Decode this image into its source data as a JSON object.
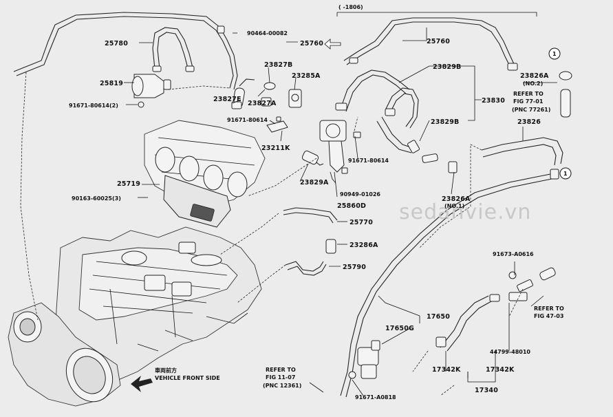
{
  "labels": {
    "l25780": "25780",
    "l25819": "25819",
    "l91671_80614_2": "91671-80614(2)",
    "l90464": "90464-00082",
    "l25760_a": "25760",
    "l25760_b": "25760",
    "l1806": "(  -1806)",
    "l23827B": "23827B",
    "l23285A": "23285A",
    "l23827E": "23827E",
    "l23827A": "23827A",
    "l91671_80614_a": "91671-80614",
    "l23211K": "23211K",
    "l23829B_a": "23829B",
    "l23830": "23830",
    "l23829B_b": "23829B",
    "l23829A": "23829A",
    "l91671_80614_b": "91671-80614",
    "l90949": "90949-01026",
    "l25860D": "25860D",
    "l25719": "25719",
    "l90163": "90163-60025(3)",
    "l25770": "25770",
    "l23286A": "23286A",
    "l25790": "25790",
    "l23826A_a": "23826A",
    "l_no2": "(NO.2)",
    "l_refer_77_a": "REFER TO",
    "l_refer_77_b": "FIG 77-01",
    "l_pnc77261": "(PNC 77261)",
    "l23826": "23826",
    "l23826A_b": "23826A",
    "l_no1": "(NO.1)",
    "l91673": "91673-A0616",
    "l_refer_47_a": "REFER TO",
    "l_refer_47_b": "FIG 47-03",
    "l17650": "17650",
    "l17650G": "17650G",
    "l44799": "44799-48010",
    "l17342K_a": "17342K",
    "l17342K_b": "17342K",
    "l17340": "17340",
    "l_refer_11_a": "REFER TO",
    "l_refer_11_b": "FIG 11-07",
    "l_pnc12361": "(PNC 12361)",
    "l91671_A0818": "91671-A0818",
    "l_front_jp": "車両前方",
    "l_front_en": "VEHICLE FRONT SIDE",
    "l_circle1_a": "1",
    "l_circle1_b": "1",
    "watermark": "sedanvie.vn"
  }
}
